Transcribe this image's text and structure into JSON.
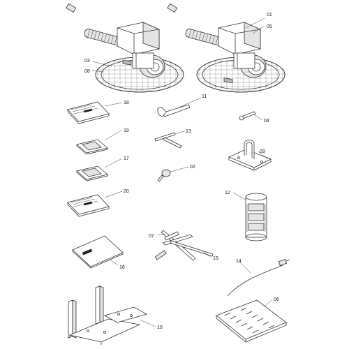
{
  "callouts": {
    "p01": "01",
    "p05": "05",
    "p03": "03",
    "p08": "08",
    "p11": "11",
    "p18": "18",
    "p04": "04",
    "p13": "13",
    "p19": "19",
    "p09": "09",
    "p17": "17",
    "p02": "02",
    "p20": "20",
    "p12": "12",
    "p07": "07",
    "p15": "15",
    "p16": "16",
    "p14": "14",
    "p06": "06",
    "p10": "10"
  },
  "colors": {
    "line": "#333333",
    "fill": "#ffffff",
    "shade": "#e4e4e4",
    "dark": "#bdbdbd"
  }
}
